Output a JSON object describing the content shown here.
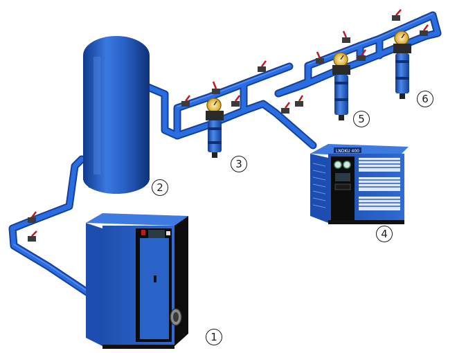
{
  "diagram": {
    "labels": [
      "1",
      "2",
      "3",
      "4",
      "5",
      "6"
    ],
    "dryer_badge": "LNDKU 400",
    "colors": {
      "pipe": "#1f5fd6",
      "pipe_dark": "#143f9a",
      "equipment": "#2a63c8",
      "valve_handle": "#c4161c",
      "background": "#ffffff"
    }
  }
}
